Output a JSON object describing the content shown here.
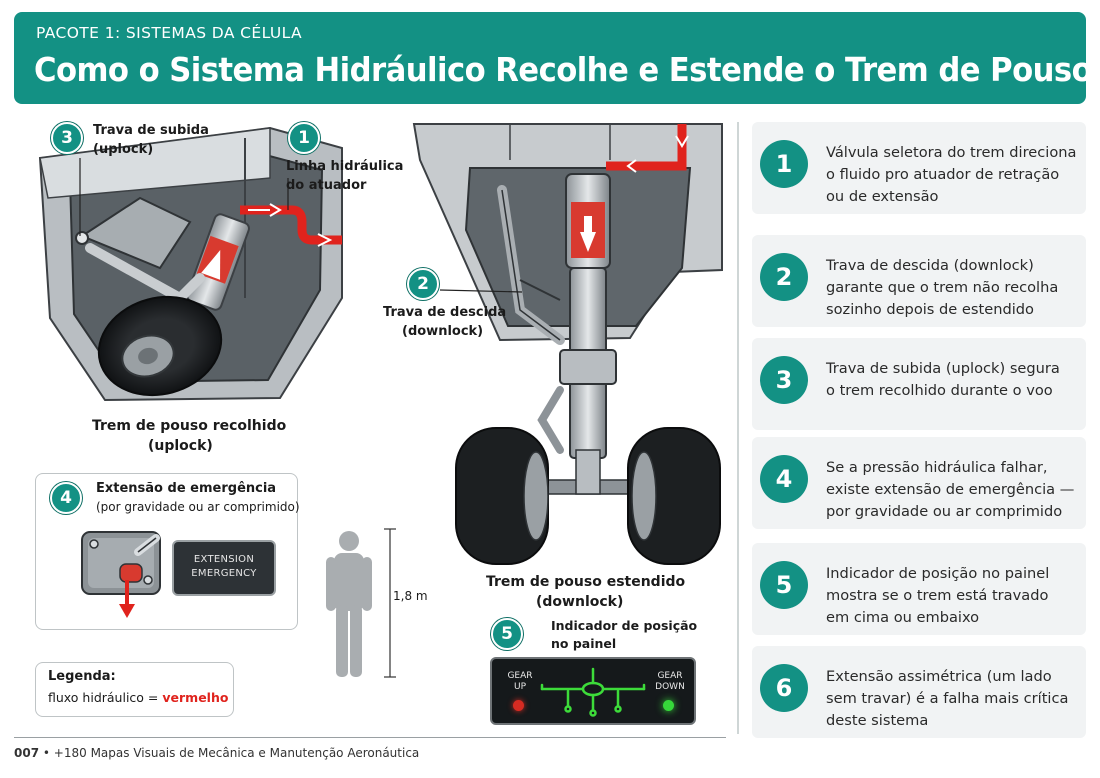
{
  "header": {
    "kicker": "PACOTE 1: SISTEMAS DA CÉLULA",
    "title": "Como o Sistema Hidráulico Recolhe e Estende o Trem de Pouso"
  },
  "left_diagram": {
    "badge3": "3",
    "uplock_label": [
      "Trava de subida",
      "(uplock)"
    ],
    "badge1": "1",
    "line_label": [
      "Linha hidráulica",
      "do atuador"
    ],
    "caption": [
      "Trem de pouso recolhido",
      "(uplock)"
    ]
  },
  "center_diagram": {
    "badge2": "2",
    "downlock_label": [
      "Trava de descida",
      "(downlock)"
    ],
    "caption": [
      "Trem de pouso estendido",
      "(downlock)"
    ],
    "badge5": "5",
    "indicator_label": [
      "Indicador de posição",
      "no painel"
    ]
  },
  "emergency": {
    "badge": "4",
    "title": "Extensão de emergência",
    "subtitle": "(por gravidade ou ar comprimido)",
    "button_text": [
      "EXTENSION",
      "EMERGENCY"
    ]
  },
  "person": {
    "height_label": "1,8 m"
  },
  "panel": {
    "left": [
      "GEAR",
      "UP"
    ],
    "right": [
      "GEAR",
      "DOWN"
    ],
    "colors": {
      "up_light": "#d62b22",
      "down_light": "#36d83a",
      "plane": "#3ddc3a"
    }
  },
  "legend": {
    "title": "Legenda:",
    "text": "fluxo hidráulico = ",
    "highlight": "vermelho"
  },
  "steps": [
    {
      "num": "1",
      "lines": [
        "Válvula seletora do trem direciona",
        "o fluido pro atuador de retração",
        "ou de extensão"
      ]
    },
    {
      "num": "2",
      "lines": [
        "Trava de descida (downlock)",
        "garante que o trem não recolha",
        "sozinho depois de estendido"
      ]
    },
    {
      "num": "3",
      "lines": [
        "Trava de subida (uplock) segura",
        "o trem recolhido durante o voo"
      ]
    },
    {
      "num": "4",
      "lines": [
        "Se a pressão hidráulica falhar,",
        "existe extensão de emergência —",
        "por gravidade ou ar comprimido"
      ]
    },
    {
      "num": "5",
      "lines": [
        "Indicador de posição no painel",
        "mostra se o trem está travado",
        "em cima ou embaixo"
      ]
    },
    {
      "num": "6",
      "lines": [
        "Extensão assimétrica (um lado",
        "sem travar) é a falha mais crítica",
        "deste sistema"
      ]
    }
  ],
  "footer": {
    "page": "007",
    "text": "+180 Mapas Visuais de Mecânica e Manutenção Aeronáutica"
  },
  "colors": {
    "accent": "#139184",
    "hydraulic": "#e0231d"
  }
}
